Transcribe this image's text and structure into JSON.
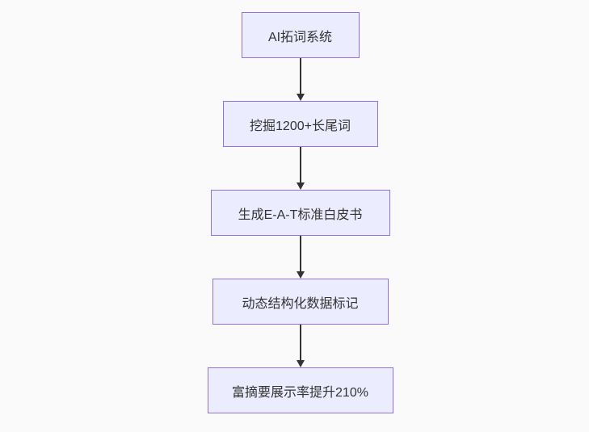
{
  "colors": {
    "background": "#fafafa",
    "node_fill": "#ECECFF",
    "node_border": "#9370DB",
    "text": "#333333",
    "arrow": "#333333"
  },
  "flowchart": {
    "type": "flowchart",
    "direction": "top-down",
    "nodes": [
      {
        "id": "n1",
        "label": "AI拓词系统"
      },
      {
        "id": "n2",
        "label": "挖掘1200+长尾词"
      },
      {
        "id": "n3",
        "label": "生成E-A-T标准白皮书"
      },
      {
        "id": "n4",
        "label": "动态结构化数据标记"
      },
      {
        "id": "n5",
        "label": "富摘要展示率提升210%"
      }
    ],
    "edges": [
      {
        "from": "n1",
        "to": "n2"
      },
      {
        "from": "n2",
        "to": "n3"
      },
      {
        "from": "n3",
        "to": "n4"
      },
      {
        "from": "n4",
        "to": "n5"
      }
    ]
  }
}
